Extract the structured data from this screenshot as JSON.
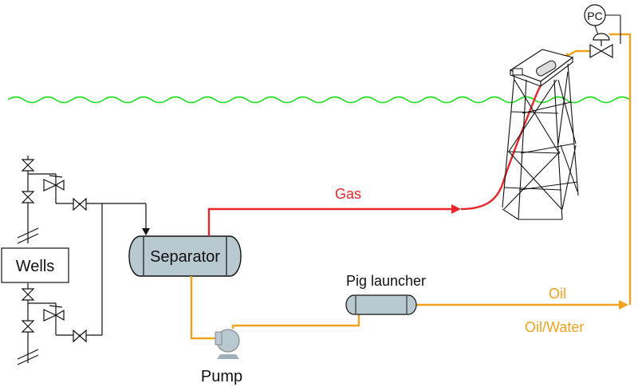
{
  "labels": {
    "wells": "Wells",
    "separator": "Separator",
    "pump": "Pump",
    "pig_launcher": "Pig launcher",
    "gas": "Gas",
    "oil": "Oil",
    "oil_water": "Oil/Water",
    "pressure_controller": "PC"
  },
  "colors": {
    "gas_line": "#e8262b",
    "oil_line": "#f0a21e",
    "water_surface": "#22dd22",
    "equipment_fill": "#b9c9d0",
    "outline": "#111111"
  }
}
